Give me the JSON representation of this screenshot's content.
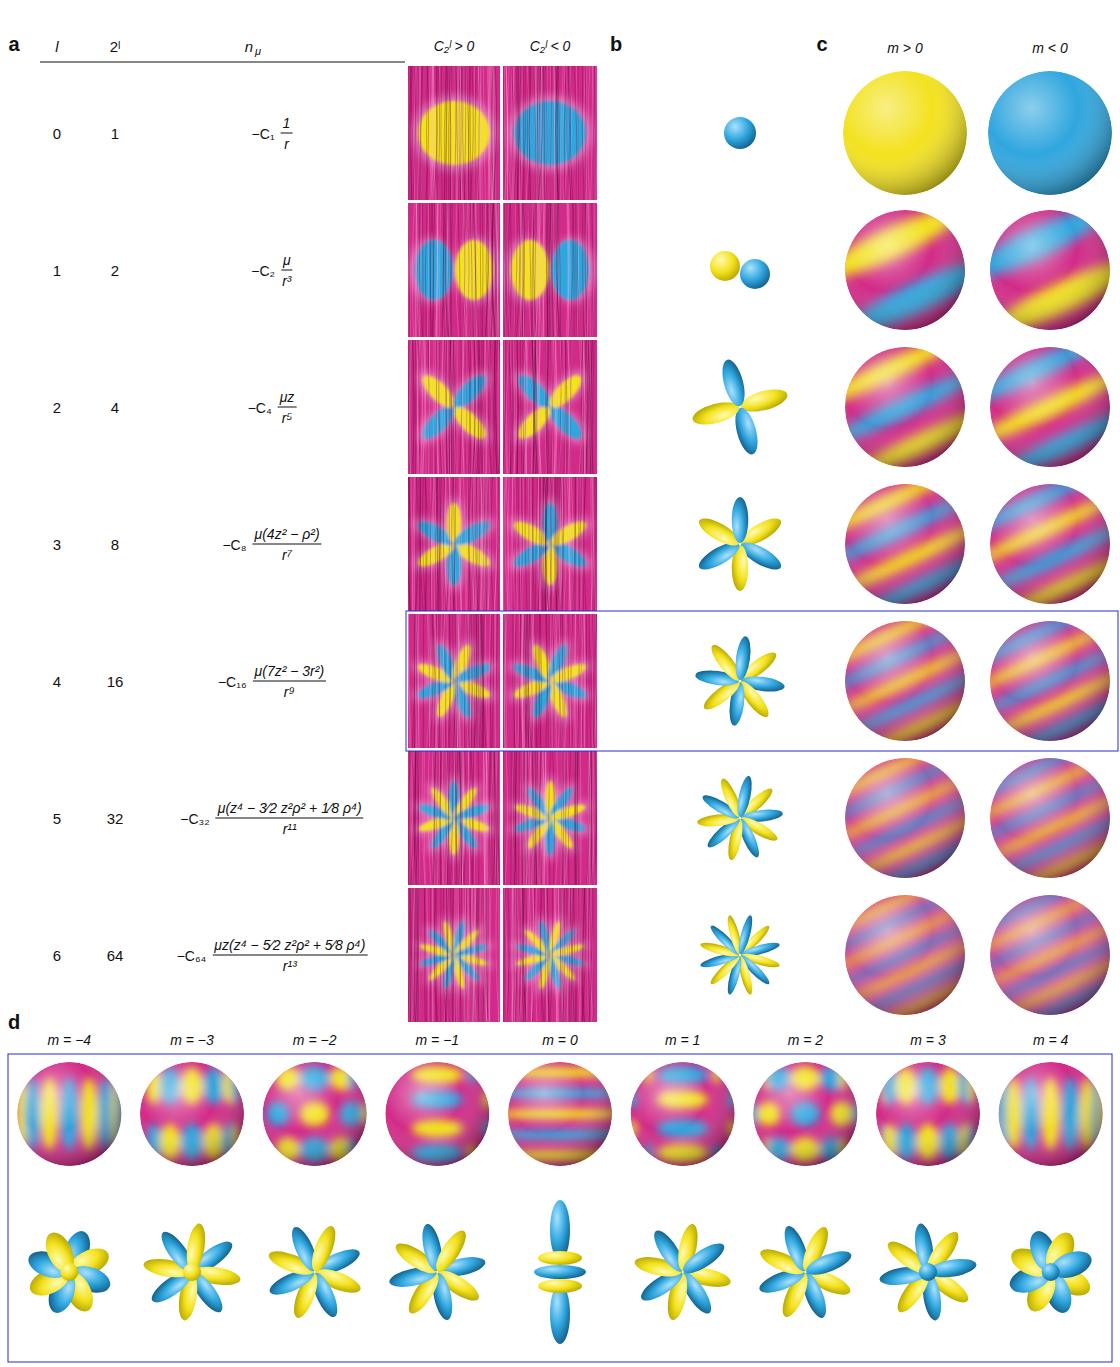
{
  "diagram": {
    "labels": [
      "a",
      "l",
      "2ˡ",
      "n",
      "μ",
      "C₂ˡ > 0",
      "C₂ˡ < 0",
      "b",
      "c",
      "m > 0",
      "m < 0",
      "0",
      "1",
      "−C₁",
      "1",
      "r",
      "1",
      "2",
      "−C₂",
      "μ",
      "r³",
      "2",
      "4",
      "−C₄",
      "μz",
      "r⁵",
      "3",
      "8",
      "−C₈",
      "μ(4z² − ρ²)",
      "r⁷",
      "4",
      "16",
      "−C₁₆",
      "μ(7z² − 3r²)",
      "r⁹",
      "5",
      "32",
      "−C₃₂",
      "μ(z⁴ − 3⁄2 z²ρ² + 1⁄8 ρ⁴)",
      "r¹¹",
      "6",
      "64",
      "−C₆₄",
      "μz(z⁴ − 5⁄2 z²ρ² + 5⁄8 ρ⁴)",
      "r¹³",
      "d",
      "m = −4",
      "m = −3",
      "m = −2",
      "m = −1",
      "m = 0",
      "m = 1",
      "m = 2",
      "m = 3",
      "m = 4"
    ]
  }
}
